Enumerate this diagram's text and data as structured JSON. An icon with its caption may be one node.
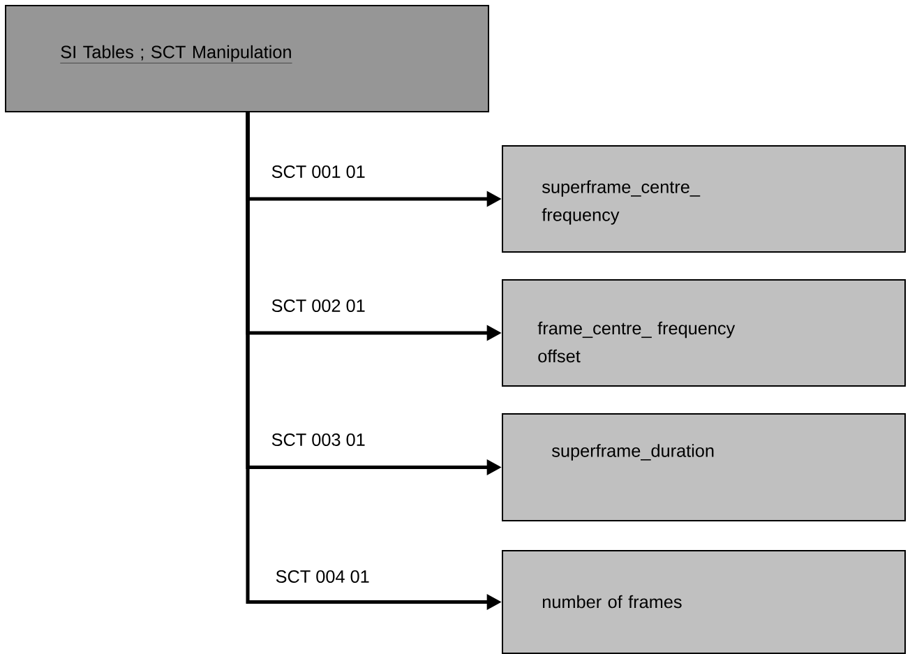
{
  "diagram": {
    "nodes": [
      {
        "text": [
          "SI Tables ; SCT Manipulation"
        ]
      },
      {
        "text": [
          "superframe_centre_ frequency"
        ]
      },
      {
        "text": [
          "frame_centre_ frequency offset"
        ]
      },
      {
        "text": [
          "superframe_duration"
        ]
      },
      {
        "text": [
          "number of frames"
        ]
      }
    ],
    "edges": [
      {
        "from": 0,
        "to": 1,
        "arrow": "to",
        "label": "SCT 001 01"
      },
      {
        "from": 0,
        "to": 2,
        "arrow": "to",
        "label": "SCT 002 01"
      },
      {
        "from": 0,
        "to": 3,
        "arrow": "to",
        "label": "SCT 003 01"
      },
      {
        "from": 0,
        "to": 4,
        "arrow": "to",
        "label": "SCT 004 01"
      }
    ]
  }
}
